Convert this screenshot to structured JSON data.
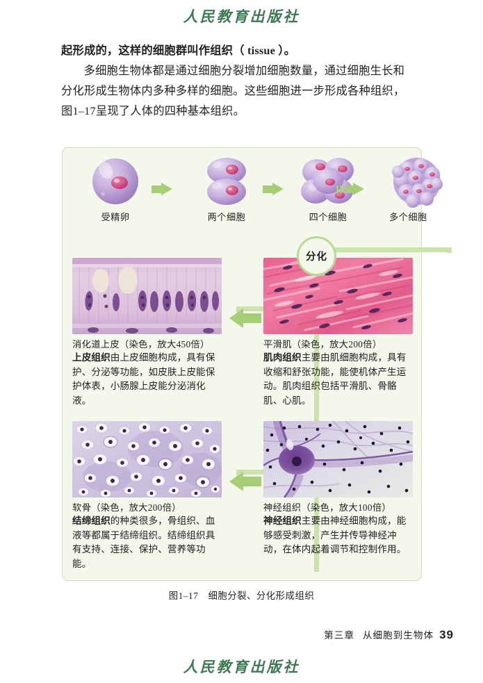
{
  "press": {
    "logo_text": "人民教育出版社"
  },
  "body": {
    "paragraph_lead": "起形成的，这样的细胞群叫作组织（ tissue ）。",
    "paragraph_main": "多细胞生物体都是通过细胞分裂增加细胞数量，通过细胞生长和分化形成生物体内多种多样的细胞。这些细胞进一步形成各种组织，图1–17呈现了人体的四种基本组织。"
  },
  "figure": {
    "stages": [
      {
        "label": "受精卵",
        "art": "zygote"
      },
      {
        "label": "两个细胞",
        "art": "two-cells"
      },
      {
        "label": "四个细胞",
        "art": "four-cells"
      },
      {
        "label": "多个细胞",
        "art": "many-cells"
      }
    ],
    "differentiation_label": "分化",
    "tissues": [
      {
        "key": "epithelial",
        "photo": "digestive-tract-epithelium-micrograph",
        "caption_title": "消化道上皮（染色，放大450倍）",
        "caption_bold": "上皮组织",
        "caption_rest": "由上皮细胞构成，具有保护、分泌等功能，如皮肤上皮能保护体表，小肠腺上皮能分泌消化液。"
      },
      {
        "key": "muscle",
        "photo": "smooth-muscle-micrograph",
        "caption_title": "平滑肌（染色，放大200倍）",
        "caption_bold": "肌肉组织",
        "caption_rest": "主要由肌细胞构成，具有收缩和舒张功能，能使机体产生运动。肌肉组织包括平滑肌、骨骼肌、心肌。"
      },
      {
        "key": "connective",
        "photo": "cartilage-micrograph",
        "caption_title": "软骨（染色，放大200倍）",
        "caption_bold": "结缔组织",
        "caption_rest": "的种类很多，骨组织、血液等都属于结缔组织。结缔组织具有支持、连接、保护、营养等功能。"
      },
      {
        "key": "nervous",
        "photo": "nervous-tissue-micrograph",
        "caption_title": "神经组织（染色，放大100倍）",
        "caption_bold": "神经组织",
        "caption_rest": "主要由神经细胞构成，能够感受刺激，产生并传导神经冲动，在体内起着调节和控制作用。"
      }
    ],
    "caption_number": "图1–17",
    "caption_text": "细胞分裂、分化形成组织"
  },
  "folio": {
    "chapter": "第三章",
    "chapter_title": "从细胞到生物体",
    "page_number": "39"
  },
  "colors": {
    "panel_bg": "#f3f7ec",
    "panel_border": "#cfe0b6",
    "arrow_green": "#a7ce77",
    "connector_green": "#cbe3aa",
    "logo_green": "#3d7a52",
    "text": "#231f20"
  }
}
